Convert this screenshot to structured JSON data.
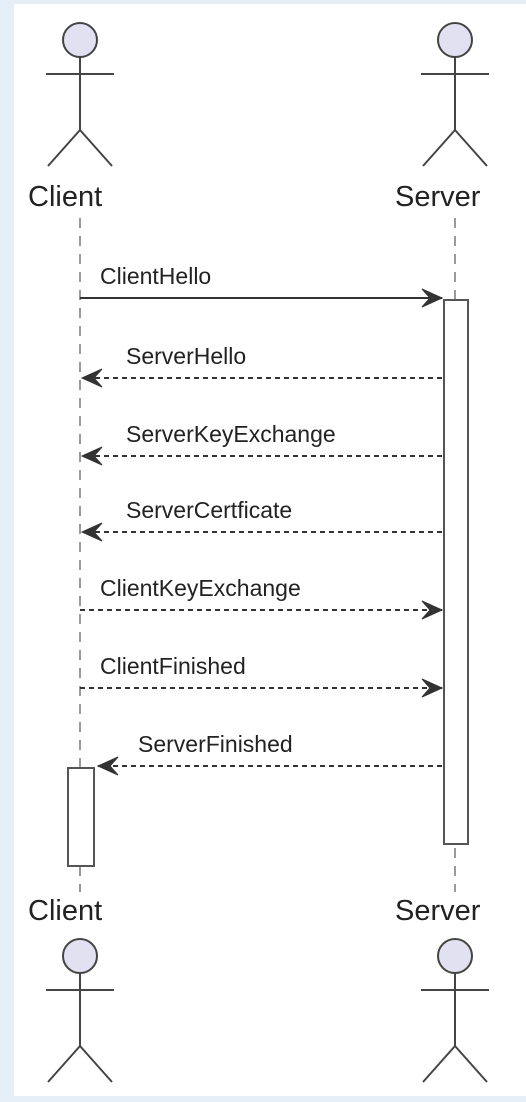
{
  "colors": {
    "background": "#e6eef8",
    "actor_fill": "#e2e1f1",
    "actor_stroke": "#444444",
    "lifeline": "#9a9a9a",
    "arrow": "#333333",
    "activation_fill": "#ffffff"
  },
  "participants": [
    {
      "id": "client",
      "name": "Client"
    },
    {
      "id": "server",
      "name": "Server"
    }
  ],
  "messages": [
    {
      "from": "client",
      "to": "server",
      "label": "ClientHello",
      "style": "solid"
    },
    {
      "from": "server",
      "to": "client",
      "label": "ServerHello",
      "style": "dashed"
    },
    {
      "from": "server",
      "to": "client",
      "label": "ServerKeyExchange",
      "style": "dashed"
    },
    {
      "from": "server",
      "to": "client",
      "label": "ServerCertficate",
      "style": "dashed"
    },
    {
      "from": "client",
      "to": "server",
      "label": "ClientKeyExchange",
      "style": "dashed"
    },
    {
      "from": "client",
      "to": "server",
      "label": "ClientFinished",
      "style": "dashed"
    },
    {
      "from": "server",
      "to": "client",
      "label": "ServerFinished",
      "style": "dashed"
    }
  ]
}
